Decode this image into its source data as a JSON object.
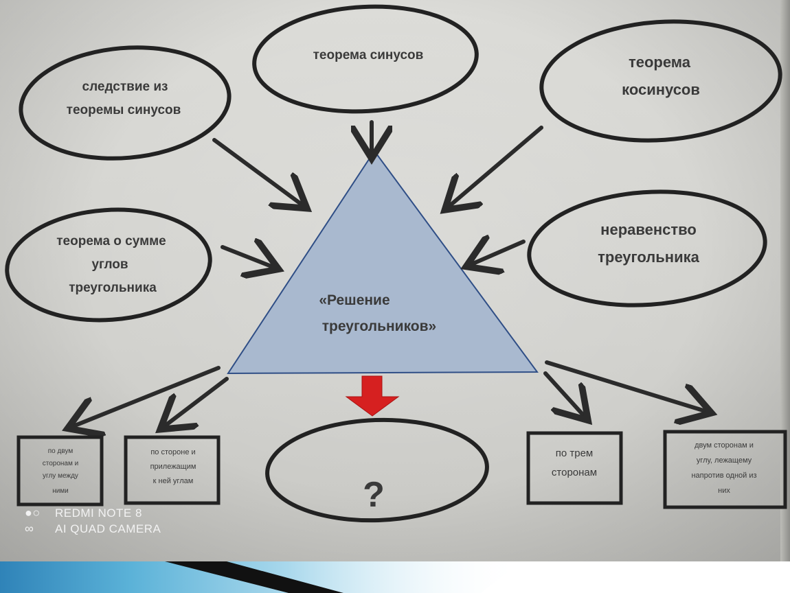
{
  "diagram": {
    "center": "«Решение треугольников»",
    "center_lines": [
      "«Решение",
      "треугольников»"
    ],
    "ovals": [
      {
        "id": "consequence",
        "lines": [
          "следствие из",
          "теоремы синусов"
        ]
      },
      {
        "id": "sines",
        "lines": [
          "теорема синусов"
        ]
      },
      {
        "id": "cosines",
        "lines": [
          "теорема",
          "косинусов"
        ]
      },
      {
        "id": "angle-sum",
        "lines": [
          "теорема о сумме",
          "углов",
          "треугольника"
        ]
      },
      {
        "id": "inequality",
        "lines": [
          "неравенство",
          "треугольника"
        ]
      }
    ],
    "boxes": [
      {
        "id": "two-sides-angle",
        "lines": [
          "по двум",
          "сторонам и",
          "углу между",
          "ними"
        ]
      },
      {
        "id": "side-two-angles",
        "lines": [
          "по  стороне и",
          "прилежащим",
          "к ней  углам"
        ]
      },
      {
        "id": "three-sides",
        "lines": [
          "по трем",
          "сторонам"
        ]
      },
      {
        "id": "two-sides-opposite",
        "lines": [
          "двум  сторонам  и",
          "углу, лежащему",
          "напротив  одной из",
          "них"
        ]
      }
    ],
    "question": "?"
  },
  "watermark": {
    "line1": "REDMI NOTE 8",
    "line2": "AI QUAD CAMERA"
  },
  "colors": {
    "triangle_fill": "#a9b9cf",
    "triangle_stroke": "#2f4e86",
    "down_arrow": "#d62020",
    "ink": "#2b2b2b"
  }
}
